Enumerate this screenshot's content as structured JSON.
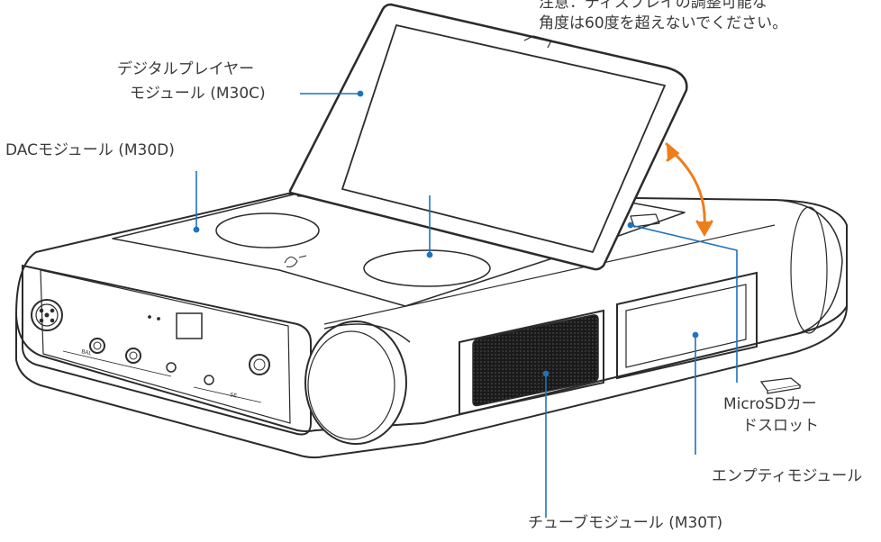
{
  "colors": {
    "callout": "#1e73be",
    "arrow": "#ee7d1b",
    "body_stroke": "#2b2b2b",
    "panel_dark": "#1c1c1c",
    "text": "#3a3a3a"
  },
  "labels": {
    "note_line1": "注意：ディスプレイの調整可能な",
    "note_line2": "角度は60度を超えないでください。",
    "player_line1": "デジタルプレイヤー",
    "player_line2": "モジュール (M30C)",
    "dac": "DACモジュール (M30D)",
    "sd_line1": "MicroSDカー",
    "sd_line2": "ドスロット",
    "empty": "エンプティモジュール",
    "tube": "チューブモジュール (M30T)"
  },
  "panel_marks": {
    "bal": "BAL",
    "se": "SE"
  },
  "icons": [
    "up-down-arrow-icon",
    "sd-card-icon",
    "logo-icon"
  ]
}
